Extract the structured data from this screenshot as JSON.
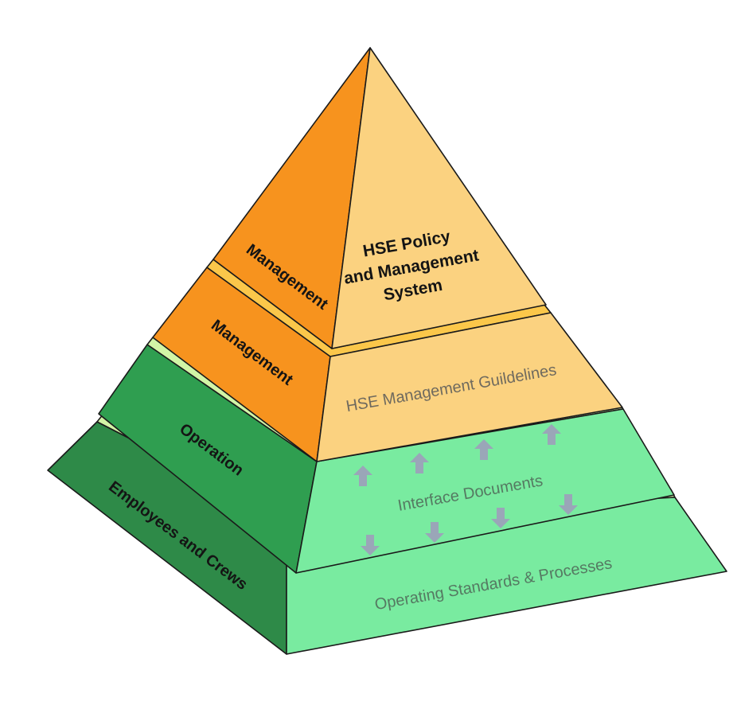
{
  "colors": {
    "apex_side": "#f7931e",
    "apex_front": "#fbd280",
    "tier2_side": "#f7931e",
    "tier2_front": "#fbd280",
    "tier3_side": "#2f9e50",
    "tier3_front": "#79eba0",
    "tier4_side": "#2e8a48",
    "tier4_front": "#79eba0",
    "orange_band": "#fbc74a",
    "green_band": "#d2f5a6",
    "arrow": "#9aa6b8"
  },
  "apex": {
    "side_label": "Management",
    "front_lines": [
      "HSE Policy",
      "and Management",
      "System"
    ]
  },
  "tier2": {
    "side_label": "Management",
    "front_label": "HSE Management Guildelines"
  },
  "tier3": {
    "side_label": "Operation",
    "front_label": "Interface Documents"
  },
  "tier4": {
    "side_label": "Employees and Crews",
    "front_label": "Operating Standards & Processes"
  },
  "arrows": {
    "up_icon": "arrow-up-icon",
    "down_icon": "arrow-down-icon"
  }
}
